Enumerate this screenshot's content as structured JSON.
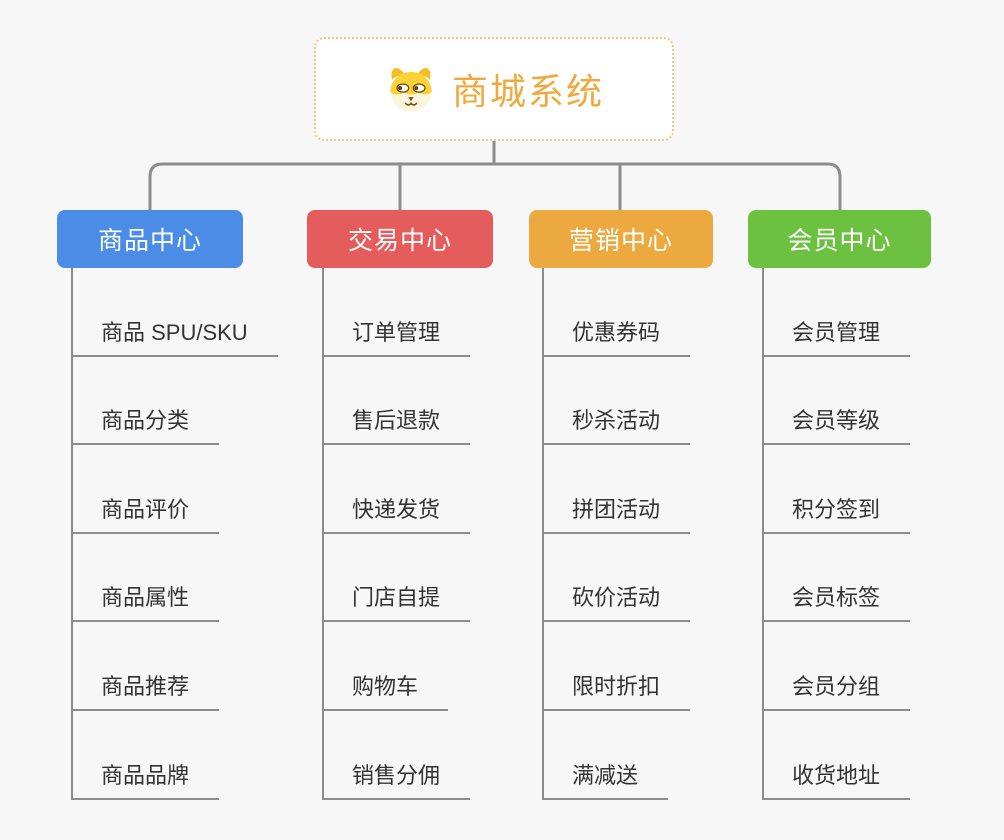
{
  "page": {
    "background_color": "#F7F7F7",
    "connector_color": "#8C8C8C"
  },
  "root": {
    "title": "商城系统",
    "icon": "dog-face-icon",
    "text_color": "#F0A93C",
    "border_color": "#F2C57E"
  },
  "branches": [
    {
      "label": "商品中心",
      "color": "#4B8DE6",
      "children": [
        "商品 SPU/SKU",
        "商品分类",
        "商品评价",
        "商品属性",
        "商品推荐",
        "商品品牌"
      ]
    },
    {
      "label": "交易中心",
      "color": "#E55C5C",
      "children": [
        "订单管理",
        "售后退款",
        "快递发货",
        "门店自提",
        "购物车",
        "销售分佣"
      ]
    },
    {
      "label": "营销中心",
      "color": "#ECA93F",
      "children": [
        "优惠券码",
        "秒杀活动",
        "拼团活动",
        "砍价活动",
        "限时折扣",
        "满减送"
      ]
    },
    {
      "label": "会员中心",
      "color": "#6DC140",
      "children": [
        "会员管理",
        "会员等级",
        "积分签到",
        "会员标签",
        "会员分组",
        "收货地址"
      ]
    }
  ]
}
